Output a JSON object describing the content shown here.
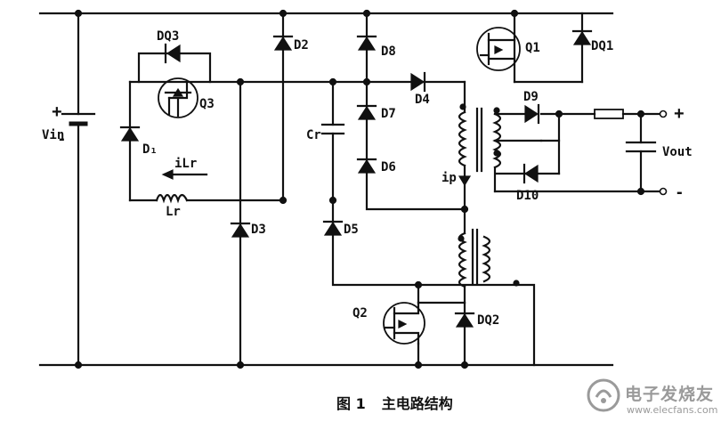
{
  "labels": {
    "plus_in": "+",
    "minus_in": "-",
    "vin": "Vin",
    "dq3": "DQ3",
    "q3": "Q3",
    "d1": "D₁",
    "ilr": "iLr",
    "lr": "Lr",
    "d3": "D3",
    "d2": "D2",
    "cr": "Cr",
    "d5": "D5",
    "d8": "D8",
    "d7": "D7",
    "d6": "D6",
    "d4": "D4",
    "q1": "Q1",
    "dq1": "DQ1",
    "d9": "D9",
    "d10": "D10",
    "ip": "ip",
    "plus_out": "+",
    "minus_out": "-",
    "vout": "Vout",
    "q2": "Q2",
    "dq2": "DQ2"
  },
  "caption": {
    "number": "图 1",
    "title": "主电路结构"
  },
  "watermark": {
    "name": "电子发烧友",
    "url": "www.elecfans.com"
  }
}
